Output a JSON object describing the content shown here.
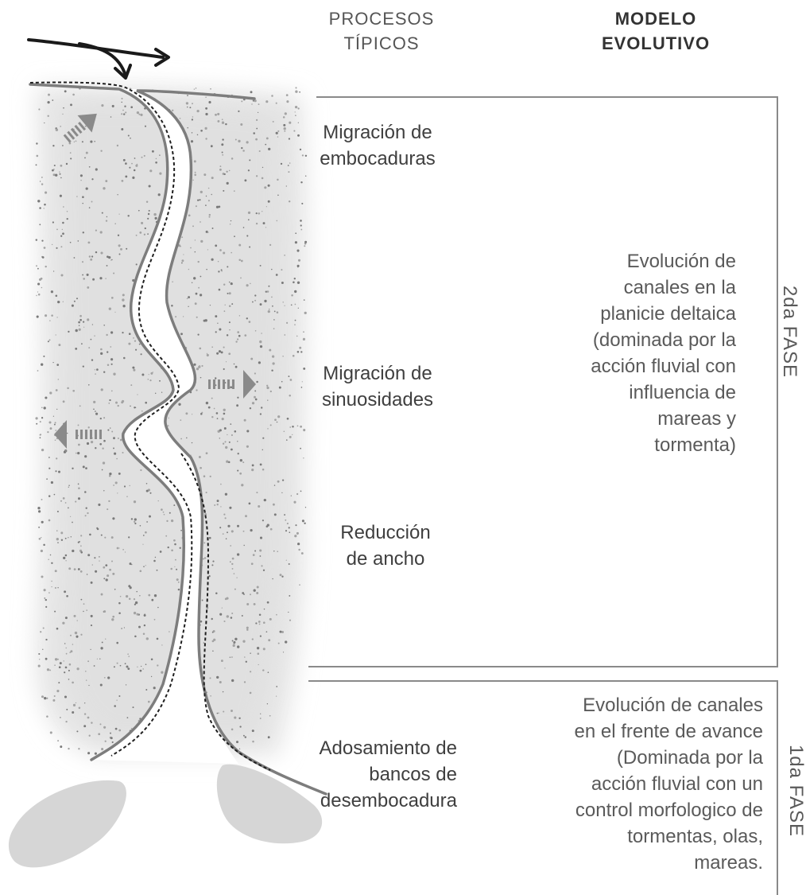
{
  "headers": {
    "procesos": [
      "PROCESOS",
      "TÍPICOS"
    ],
    "modelo": [
      "MODELO",
      "EVOLUTIVO"
    ]
  },
  "processes": [
    {
      "lines": [
        "Migración de",
        "embocaduras"
      ]
    },
    {
      "lines": [
        "Migración de",
        "sinuosidades"
      ]
    },
    {
      "lines": [
        "Reducción",
        "de ancho"
      ]
    },
    {
      "lines": [
        "Adosamiento de",
        "bancos de",
        "desembocadura"
      ]
    }
  ],
  "phases": [
    {
      "label": "2da FASE",
      "description": [
        "Evolución de",
        "canales en la",
        "planicie deltaica",
        "(dominada por la",
        "acción fluvial con",
        "influencia de",
        "mareas y",
        "tormenta)"
      ]
    },
    {
      "label": "1da FASE",
      "description": [
        "Evolución de canales",
        "en el frente de avance",
        "(Dominada por la",
        "acción fluvial con un",
        "control morfologico de",
        "tormentas, olas,",
        "mareas."
      ]
    }
  ],
  "colors": {
    "sand": "#bdbdbd",
    "channel_line": "#7d7d7d",
    "bar": "#d6d6d6",
    "frame": "#8a8a8a",
    "arrow": "#1a1a1a"
  }
}
